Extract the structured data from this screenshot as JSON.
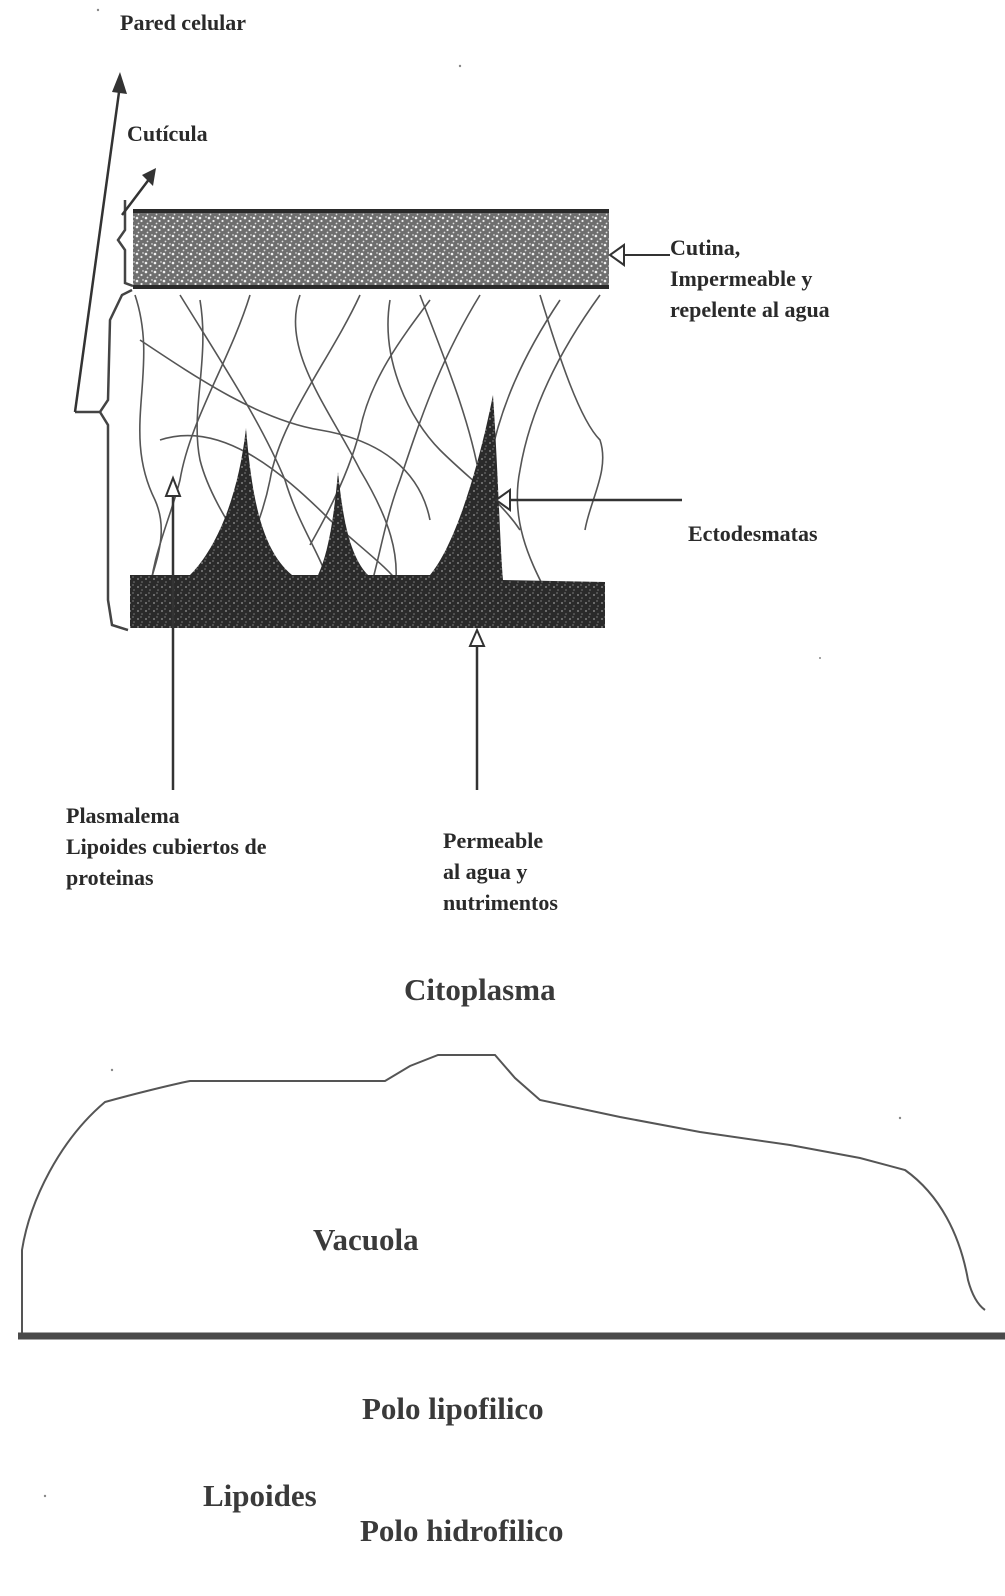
{
  "labels": {
    "pared_celular": "Pared celular",
    "cuticula": "Cutícula",
    "cutina": [
      "Cutina,",
      "Impermeable y",
      "repelente al agua"
    ],
    "ectodesmatas": "Ectodesmatas",
    "plasmalema": [
      "Plasmalema",
      "Lipoides cubiertos de",
      "proteinas"
    ],
    "permeable": [
      "Permeable",
      "al agua y",
      "nutrimentos"
    ],
    "citoplasma": "Citoplasma",
    "vacuola": "Vacuola",
    "polo_lipofilico": "Polo lipofilico",
    "lipoides": "Lipoides",
    "polo_hidrofilico": "Polo hidrofilico"
  }
}
